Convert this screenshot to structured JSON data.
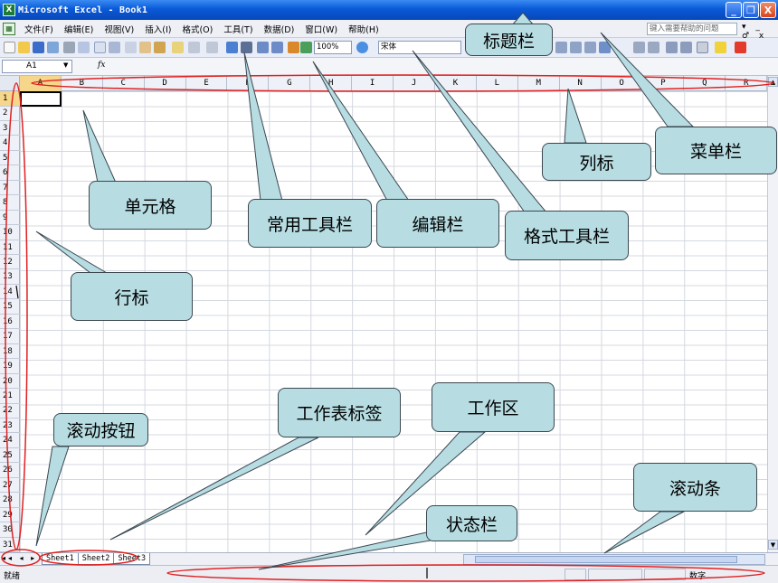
{
  "window": {
    "title": "Microsoft Excel - Book1",
    "app_icon": "X",
    "controls": {
      "minimize": "_",
      "maximize": "❐",
      "close": "X"
    }
  },
  "menubar": {
    "items": [
      "文件(F)",
      "编辑(E)",
      "视图(V)",
      "插入(I)",
      "格式(O)",
      "工具(T)",
      "数据(D)",
      "窗口(W)",
      "帮助(H)"
    ],
    "help_placeholder": "键入需要帮助的问题",
    "doc_controls": "▾ _ ♂ x"
  },
  "toolbar": {
    "zoom": "100%",
    "font": "宋体"
  },
  "formulabar": {
    "name_box": "A1",
    "fx": "fx"
  },
  "columns": [
    "A",
    "B",
    "C",
    "D",
    "E",
    "F",
    "G",
    "H",
    "I",
    "J",
    "K",
    "L",
    "M",
    "N",
    "O",
    "P",
    "Q",
    "R"
  ],
  "rows": [
    "1",
    "2",
    "3",
    "4",
    "5",
    "6",
    "7",
    "8",
    "9",
    "10",
    "11",
    "12",
    "13",
    "14",
    "15",
    "16",
    "17",
    "18",
    "19",
    "20",
    "21",
    "22",
    "23",
    "24",
    "25",
    "26",
    "27",
    "28",
    "29",
    "30",
    "31"
  ],
  "sheets": [
    "Sheet1",
    "Sheet2",
    "Sheet3"
  ],
  "scroll_buttons": "◂◂ ◂ ▸ ▸▸",
  "statusbar": {
    "left": "就绪",
    "right": "数字"
  },
  "annotations": {
    "title_bar": "标题栏",
    "menu_bar": "菜单栏",
    "column_label": "列标",
    "cell": "单元格",
    "standard_toolbar": "常用工具栏",
    "formula_bar": "编辑栏",
    "format_toolbar": "格式工具栏",
    "row_label": "行标",
    "sheet_tab": "工作表标签",
    "work_area": "工作区",
    "scroll_buttons": "滚动按钮",
    "scrollbar": "滚动条",
    "status_bar": "状态栏"
  },
  "colors": {
    "titlebar": "#0a5ad8",
    "callout_fill": "#b7dde3",
    "ellipse": "#e02020"
  }
}
